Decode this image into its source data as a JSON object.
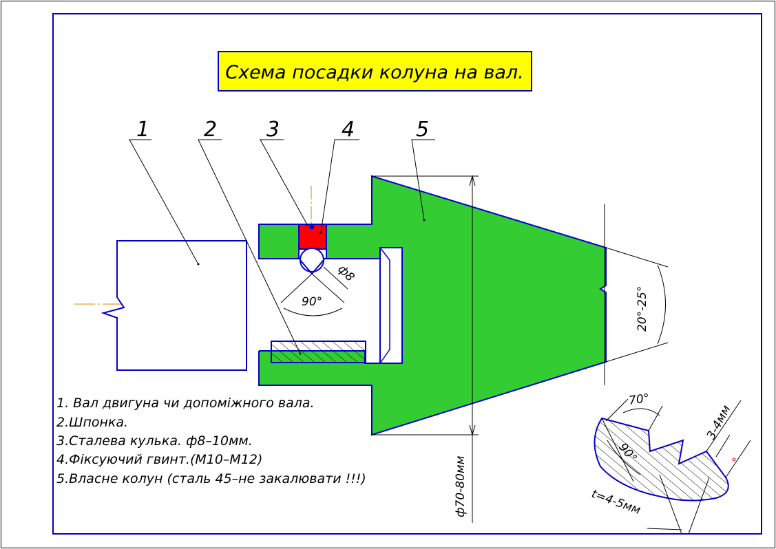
{
  "title": "Схема посадки колуна на вал.",
  "part_numbers": [
    "1",
    "2",
    "3",
    "4",
    "5"
  ],
  "legend": [
    "1. Вал двигуна чи допоміжного вала.",
    "2.Шпонка.",
    "3.Сталева кулька. ф8–10мм.",
    "4.Фіксуючий гвинт.(М10–М12)",
    "5.Власне колун (сталь 45–не закалювати !!!)"
  ],
  "dimensions": {
    "ball_diameter": "ф8",
    "cone_angle": "90°",
    "wedge_angle": "20°-25°",
    "wedge_diameter": "ф70-80мм",
    "thread_angle": "70°",
    "thread_inner_angle": "90°",
    "thread_depth": "3-4мм",
    "thread_pitch": "t=4-5мм"
  },
  "colors": {
    "outline": "#0000cc",
    "body_fill": "#33cc33",
    "screw_fill": "#ff0000",
    "title_fill": "#ffff00",
    "axis": "#e08000"
  }
}
